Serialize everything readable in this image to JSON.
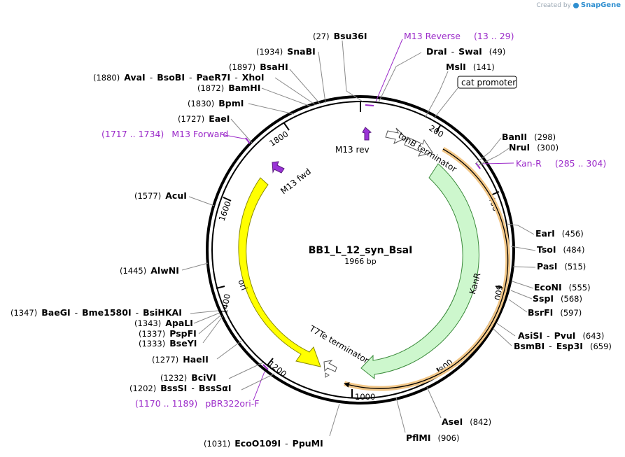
{
  "credit": {
    "prefix": "Created by",
    "brand": "SnapGene"
  },
  "plasmid": {
    "name": "BB1_L_12_syn_BsaI",
    "length_label": "1966 bp"
  },
  "ticks": [
    "200",
    "400",
    "600",
    "800",
    "1000",
    "1200",
    "1400",
    "1600",
    "1800"
  ],
  "enzymes": [
    {
      "pre": "(27)",
      "names": [
        "Bsu36I"
      ],
      "post": ""
    },
    {
      "pre": "",
      "names": [
        "DraI",
        "SwaI"
      ],
      "post": "(49)"
    },
    {
      "pre": "",
      "names": [
        "MslI"
      ],
      "post": "(141)"
    },
    {
      "pre": "",
      "names": [
        "BanII"
      ],
      "post": "(298)"
    },
    {
      "pre": "",
      "names": [
        "NruI"
      ],
      "post": "(300)"
    },
    {
      "pre": "",
      "names": [
        "EarI"
      ],
      "post": "(456)"
    },
    {
      "pre": "",
      "names": [
        "TsoI"
      ],
      "post": "(484)"
    },
    {
      "pre": "",
      "names": [
        "PasI"
      ],
      "post": "(515)"
    },
    {
      "pre": "",
      "names": [
        "EcoNI"
      ],
      "post": "(555)"
    },
    {
      "pre": "",
      "names": [
        "SspI"
      ],
      "post": "(568)"
    },
    {
      "pre": "",
      "names": [
        "BsrFI"
      ],
      "post": "(597)"
    },
    {
      "pre": "",
      "names": [
        "AsiSI",
        "PvuI"
      ],
      "post": "(643)"
    },
    {
      "pre": "",
      "names": [
        "BsmBI",
        "Esp3I"
      ],
      "post": "(659)"
    },
    {
      "pre": "",
      "names": [
        "AseI"
      ],
      "post": "(842)"
    },
    {
      "pre": "",
      "names": [
        "PflMI"
      ],
      "post": "(906)"
    },
    {
      "pre": "(1031)",
      "names": [
        "EcoO109I",
        "PpuMI"
      ],
      "post": ""
    },
    {
      "pre": "(1202)",
      "names": [
        "BssSI",
        "BssSαI"
      ],
      "post": ""
    },
    {
      "pre": "(1232)",
      "names": [
        "BciVI"
      ],
      "post": ""
    },
    {
      "pre": "(1277)",
      "names": [
        "HaeII"
      ],
      "post": ""
    },
    {
      "pre": "(1333)",
      "names": [
        "BseYI"
      ],
      "post": ""
    },
    {
      "pre": "(1337)",
      "names": [
        "PspFI"
      ],
      "post": ""
    },
    {
      "pre": "(1343)",
      "names": [
        "ApaLI"
      ],
      "post": ""
    },
    {
      "pre": "(1347)",
      "names": [
        "BaeGI",
        "Bme1580I",
        "BsiHKAI"
      ],
      "post": ""
    },
    {
      "pre": "(1445)",
      "names": [
        "AlwNI"
      ],
      "post": ""
    },
    {
      "pre": "(1577)",
      "names": [
        "AcuI"
      ],
      "post": ""
    },
    {
      "pre": "(1727)",
      "names": [
        "EaeI"
      ],
      "post": ""
    },
    {
      "pre": "(1830)",
      "names": [
        "BpmI"
      ],
      "post": ""
    },
    {
      "pre": "(1872)",
      "names": [
        "BamHI"
      ],
      "post": ""
    },
    {
      "pre": "(1880)",
      "names": [
        "AvaI",
        "BsoBI",
        "PaeR7I",
        "XhoI"
      ],
      "post": ""
    },
    {
      "pre": "(1897)",
      "names": [
        "BsaHI"
      ],
      "post": ""
    },
    {
      "pre": "(1934)",
      "names": [
        "SnaBI"
      ],
      "post": ""
    }
  ],
  "primers": [
    {
      "name": "M13 Reverse",
      "range": "(13 .. 29)"
    },
    {
      "name": "Kan-R",
      "range": "(285 .. 304)"
    },
    {
      "name": "M13 Forward",
      "range": "(1717 .. 1734)"
    },
    {
      "name": "pBR322ori-F",
      "range": "(1170 .. 1189)"
    }
  ],
  "features": {
    "cat_promoter": "cat promoter",
    "m13_rev": "M13 rev",
    "m13_fwd": "M13 fwd",
    "tonB": "tonB terminator",
    "kanR": "KanR",
    "t7te": "T7Te terminator",
    "ori": "ori"
  },
  "colors": {
    "kanR_fill": "#cdf7cd",
    "kanR_outline": "#3a8a3a",
    "ori_fill": "#ffff00",
    "primer_bind": "#e8a33b",
    "primer_purple": "#9b2ac9",
    "m13_feature": "#9a33d6"
  }
}
